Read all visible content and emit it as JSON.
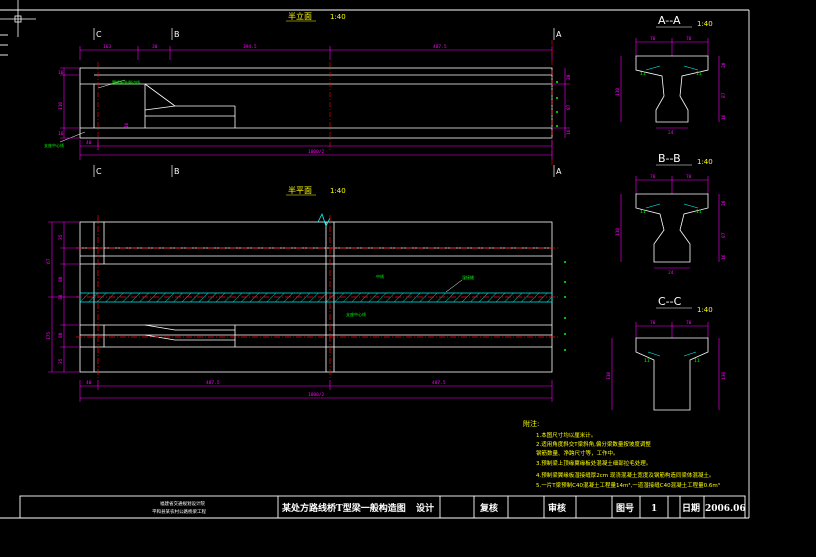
{
  "views": {
    "elevation": {
      "title": "半立面",
      "scale": "1:40"
    },
    "plan": {
      "title": "半平面",
      "scale": "1:40"
    }
  },
  "sections": [
    {
      "title": "A--A",
      "scale": "1:40"
    },
    {
      "title": "B--B",
      "scale": "1:40"
    },
    {
      "title": "C--C",
      "scale": "1:40"
    }
  ],
  "section_marks": {
    "c": "C",
    "b": "B",
    "a": "A"
  },
  "elevation_dims": {
    "top": [
      "163",
      "30",
      "394.5",
      "487.5"
    ],
    "bottom_left": "40",
    "bottom_total": "1000/2",
    "left": [
      "16",
      "110",
      "16"
    ],
    "right": [
      "20",
      "87",
      "16"
    ],
    "inner": "16"
  },
  "plan_dims": {
    "bottom": [
      "40",
      "487.5",
      "487.5"
    ],
    "total": "1000/2",
    "left": [
      "35",
      "80",
      "30",
      "80",
      "35"
    ],
    "left_outer": [
      "67",
      "175"
    ]
  },
  "section_dims": {
    "aa": {
      "top": "70",
      "left": "110",
      "right": [
        "20",
        "87",
        "16"
      ],
      "bottom": "24"
    },
    "bb": {
      "top": "70",
      "left": "110",
      "right": [
        "20",
        "87",
        "16"
      ],
      "bottom": "24"
    },
    "cc": {
      "top": "70",
      "left": "110",
      "right": "130"
    }
  },
  "labels": {
    "elev_leader1": "翼缘板外侧边线",
    "elev_leader2": "支座中心线",
    "plan_mid": "中线",
    "plan_hatch": "湿接缝",
    "plan_center": "支座中心线"
  },
  "notes": {
    "heading": "附注:",
    "items": [
      "1.本图尺寸均以厘米计。",
      "2.适用角度斜交T梁斜角,偏分梁数量按坡度调整",
      "   钢筋数量、净跨尺寸等，工作中。",
      "3.预制梁上顶缘翼缘板处混凝土细部拉毛处理。",
      "4.预制梁翼缘板湿接缝厚2cm 现浇混凝土宽度及钢筋构造同梁体混凝土。",
      "5.一片T梁预制C40混凝土工程量14m³,一道湿接缝C40混凝土工程量0.6m³"
    ]
  },
  "title_block": {
    "unit_line1": "福建省交通规划设计院",
    "unit_line2": "平和县某农村公路桥梁工程",
    "title": "某处方路线桥T型梁一般构造图",
    "design": "设计",
    "review": "复核",
    "check": "审核",
    "drawing_no_label": "图号",
    "drawing_no": "1",
    "date_label": "日期",
    "date": "2006.06"
  },
  "colors": {
    "background": "#000000",
    "outline": "#ffffff",
    "dimension": "#ff00ff",
    "centerline": "#ff0000",
    "hatch": "#00ffff",
    "text": "#ffff00",
    "label": "#00ff00"
  }
}
